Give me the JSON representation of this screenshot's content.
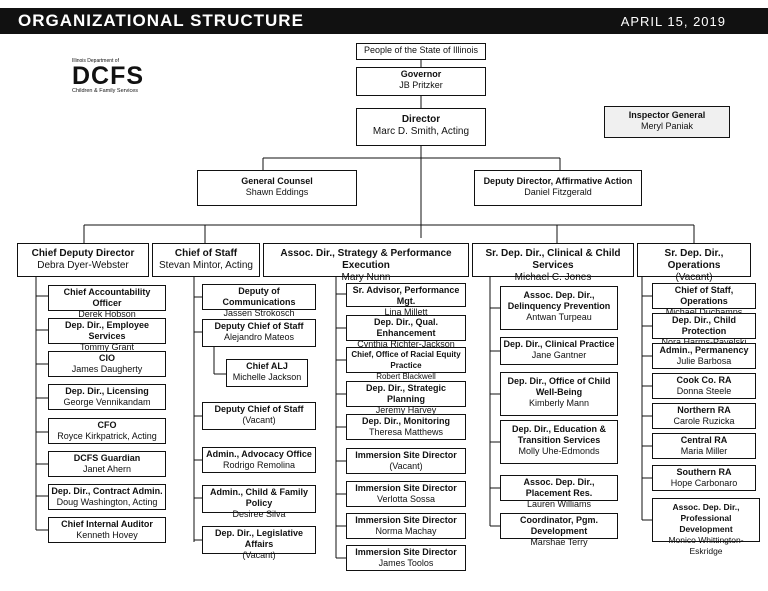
{
  "header": {
    "title": "ORGANIZATIONAL STRUCTURE",
    "date": "APRIL 15, 2019"
  },
  "logo": {
    "small": "Illinois Department of",
    "big": "DCFS",
    "sub": "Children & Family Services"
  },
  "top": {
    "people": "People of the State of Illinois",
    "governor_title": "Governor",
    "governor_name": "JB Pritzker",
    "director_title": "Director",
    "director_name": "Marc D. Smith, Acting",
    "inspector_title": "Inspector General",
    "inspector_name": "Meryl Paniak",
    "counsel_title": "General Counsel",
    "counsel_name": "Shawn Eddings",
    "affirm_title": "Deputy Director, Affirmative Action",
    "affirm_name": "Daniel Fitzgerald"
  },
  "heads": [
    {
      "title": "Chief Deputy Director",
      "name": "Debra Dyer-Webster"
    },
    {
      "title": "Chief of Staff",
      "name": "Stevan Mintor, Acting"
    },
    {
      "title": "Assoc. Dir., Strategy & Performance Execution",
      "name": "Mary Nunn"
    },
    {
      "title": "Sr. Dep. Dir., Clinical & Child Services",
      "name": "Michael C. Jones"
    },
    {
      "title": "Sr. Dep. Dir., Operations",
      "name": "(Vacant)"
    }
  ],
  "col1": [
    {
      "title": "Chief Accountability Officer",
      "name": "Derek Hobson"
    },
    {
      "title": "Dep. Dir., Employee Services",
      "name": "Tommy Grant"
    },
    {
      "title": "CIO",
      "name": "James Daugherty"
    },
    {
      "title": "Dep. Dir., Licensing",
      "name": "George Vennikandam"
    },
    {
      "title": "CFO",
      "name": "Royce Kirkpatrick, Acting"
    },
    {
      "title": "DCFS Guardian",
      "name": "Janet Ahern"
    },
    {
      "title": "Dep. Dir., Contract Admin.",
      "name": "Doug Washington, Acting"
    },
    {
      "title": "Chief Internal Auditor",
      "name": "Kenneth Hovey"
    }
  ],
  "col2": [
    {
      "title": "Deputy of Communications",
      "name": "Jassen Strokosch"
    },
    {
      "title": "Deputy Chief of Staff",
      "name": "Alejandro Mateos"
    },
    {
      "title": "Chief ALJ",
      "name": "Michelle Jackson"
    },
    {
      "title": "Deputy Chief of Staff",
      "name": "(Vacant)"
    },
    {
      "title": "Admin., Advocacy Office",
      "name": "Rodrigo Remolina"
    },
    {
      "title": "Admin., Child & Family Policy",
      "name": "Desiree Silva"
    },
    {
      "title": "Dep. Dir., Legislative Affairs",
      "name": "(Vacant)"
    }
  ],
  "col3": [
    {
      "title": "Sr. Advisor, Performance Mgt.",
      "name": "Lina Millett"
    },
    {
      "title": "Dep. Dir., Qual. Enhancement",
      "name": "Cynthia Richter-Jackson"
    },
    {
      "title": "Chief, Office of Racial Equity Practice",
      "name": "Robert Blackwell"
    },
    {
      "title": "Dep. Dir., Strategic Planning",
      "name": "Jeremy Harvey"
    },
    {
      "title": "Dep. Dir., Monitoring",
      "name": "Theresa Matthews"
    },
    {
      "title": "Immersion Site Director",
      "name": "(Vacant)"
    },
    {
      "title": "Immersion Site Director",
      "name": "Verlotta Sossa"
    },
    {
      "title": "Immersion Site Director",
      "name": "Norma Machay"
    },
    {
      "title": "Immersion Site Director",
      "name": "James Toolos"
    }
  ],
  "col4": [
    {
      "title": "Assoc. Dep. Dir., Delinquency Prevention",
      "name": "Antwan Turpeau"
    },
    {
      "title": "Dep. Dir., Clinical Practice",
      "name": "Jane Gantner"
    },
    {
      "title": "Dep. Dir., Office of Child Well-Being",
      "name": "Kimberly Mann"
    },
    {
      "title": "Dep. Dir., Education & Transition Services",
      "name": "Molly Uhe-Edmonds"
    },
    {
      "title": "Assoc. Dep. Dir., Placement Res.",
      "name": "Lauren Williams"
    },
    {
      "title": "Coordinator, Pgm. Development",
      "name": "Marshae Terry"
    }
  ],
  "col5": [
    {
      "title": "Chief of Staff, Operations",
      "name": "Michael Duchamps"
    },
    {
      "title": "Dep. Dir., Child Protection",
      "name": "Nora Harms-Pavelski"
    },
    {
      "title": "Admin., Permanency",
      "name": "Julie Barbosa"
    },
    {
      "title": "Cook Co. RA",
      "name": "Donna Steele"
    },
    {
      "title": "Northern RA",
      "name": "Carole Ruzicka"
    },
    {
      "title": "Central RA",
      "name": "Maria Miller"
    },
    {
      "title": "Southern RA",
      "name": "Hope Carbonaro"
    },
    {
      "title": "Assoc. Dep. Dir., Professional Development",
      "name": "Monico Whittington-Eskridge"
    }
  ]
}
